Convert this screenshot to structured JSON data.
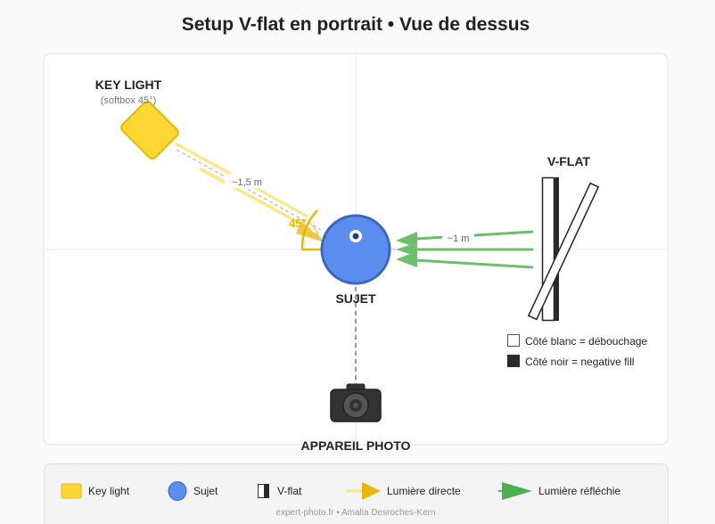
{
  "title": "Setup V-flat en portrait • Vue de dessus",
  "diagram": {
    "key_light": {
      "label": "KEY LIGHT",
      "sublabel": "(softbox 45°)",
      "distance": "~1,5 m",
      "angle": "45°"
    },
    "subject": {
      "label": "SUJET"
    },
    "camera": {
      "label": "APPAREIL PHOTO"
    },
    "vflat": {
      "label": "V-FLAT",
      "distance": "~1 m",
      "legend": [
        "Côté blanc = débouchage",
        "Côté noir = negative fill"
      ]
    }
  },
  "legend": {
    "items": [
      {
        "label": "Key light",
        "icon": "softbox-square",
        "color": "#FDD835"
      },
      {
        "label": "Sujet",
        "icon": "subject-circle",
        "color": "#5B8DEF"
      },
      {
        "label": "V-flat",
        "icon": "vflat-panel",
        "color": "#222222"
      },
      {
        "label": "Lumière directe",
        "icon": "arrow",
        "color": "#E6B800"
      },
      {
        "label": "Lumière réfléchie",
        "icon": "arrow",
        "color": "#4CAF50"
      }
    ],
    "footer": "expert-photo.fr • Amalia Desroches-Kern"
  }
}
